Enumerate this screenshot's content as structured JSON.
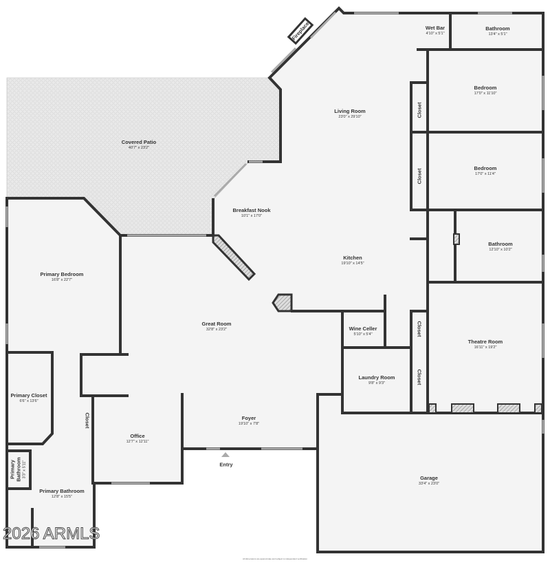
{
  "rooms": [
    {
      "name": "Wet Bar",
      "dims": "4'10\" x 5'1\""
    },
    {
      "name": "Bathroom",
      "dims": "13'4\" x 5'1\""
    },
    {
      "name": "Bedroom",
      "dims": "17'0\" x 11'10\""
    },
    {
      "name": "Living Room",
      "dims": "23'0\" x 29'10\""
    },
    {
      "name": "Covered Patio",
      "dims": "40'7\" x 23'2\""
    },
    {
      "name": "Bedroom",
      "dims": "17'0\" x 11'4\""
    },
    {
      "name": "Breakfast Nook",
      "dims": "10'1\" x 17'0\""
    },
    {
      "name": "Bathroom",
      "dims": "12'10\" x 10'2\""
    },
    {
      "name": "Kitchen",
      "dims": "19'10\" x 14'5\""
    },
    {
      "name": "Primary Bedroom",
      "dims": "16'8\" x 22'7\""
    },
    {
      "name": "Great Room",
      "dims": "32'8\" x 23'2\""
    },
    {
      "name": "Wine Celler",
      "dims": "5'10\" x 5'4\""
    },
    {
      "name": "Theatre Room",
      "dims": "16'11\" x 19'2\""
    },
    {
      "name": "Laundry Room",
      "dims": "9'8\" x 9'3\""
    },
    {
      "name": "Primary Closet",
      "dims": "6'6\" x 13'6\""
    },
    {
      "name": "Foyer",
      "dims": "19'10\" x 7'8\""
    },
    {
      "name": "Office",
      "dims": "12'7\" x 12'11\""
    },
    {
      "name": "Primary Bathroom",
      "dims": "12'8\" x 15'5\""
    },
    {
      "name": "Garage",
      "dims": "33'4\" x 23'0\""
    }
  ],
  "small_labels": {
    "closet": "Closet",
    "fireplace": "Fireplace",
    "primary_bath_small": "Primary Bathroom",
    "primary_bath_small_dims": "3'3\" x 5'11\"",
    "entry": "Entry"
  },
  "watermark": "2026 ARMLS",
  "disclaimer": "All dimensions are approximate and subject to independent verification",
  "colors": {
    "wall": "#333333",
    "floor": "#f4f4f4",
    "patio": "#e6e6e6"
  }
}
